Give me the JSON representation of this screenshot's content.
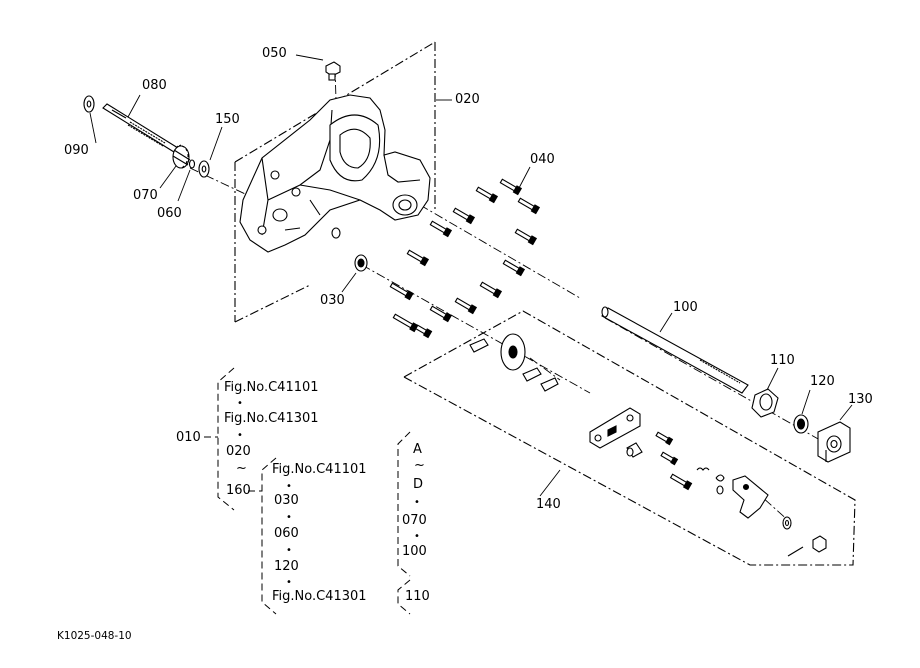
{
  "callouts": {
    "c050": "050",
    "c080": "080",
    "c020": "020",
    "c150": "150",
    "c090": "090",
    "c070": "070",
    "c060": "060",
    "c040": "040",
    "c030": "030",
    "c100": "100",
    "c110": "110",
    "c120": "120",
    "c130": "130",
    "c140": "140"
  },
  "bom_tree": {
    "group1": {
      "id": "010",
      "figs": [
        "Fig.No.C41101",
        "Fig.No.C41301"
      ],
      "range_start": "020",
      "range_end": "160",
      "range_sep": "~"
    },
    "group2": {
      "figs": [
        "Fig.No.C41101",
        "Fig.No.C41301"
      ],
      "items": [
        "030",
        "060",
        "120"
      ]
    },
    "group3": {
      "range_start": "A",
      "range_end": "D",
      "range_sep": "~",
      "items": [
        "070",
        "100"
      ],
      "last": "110"
    },
    "bullet": "•"
  },
  "reference_code": "K1025-048-10"
}
